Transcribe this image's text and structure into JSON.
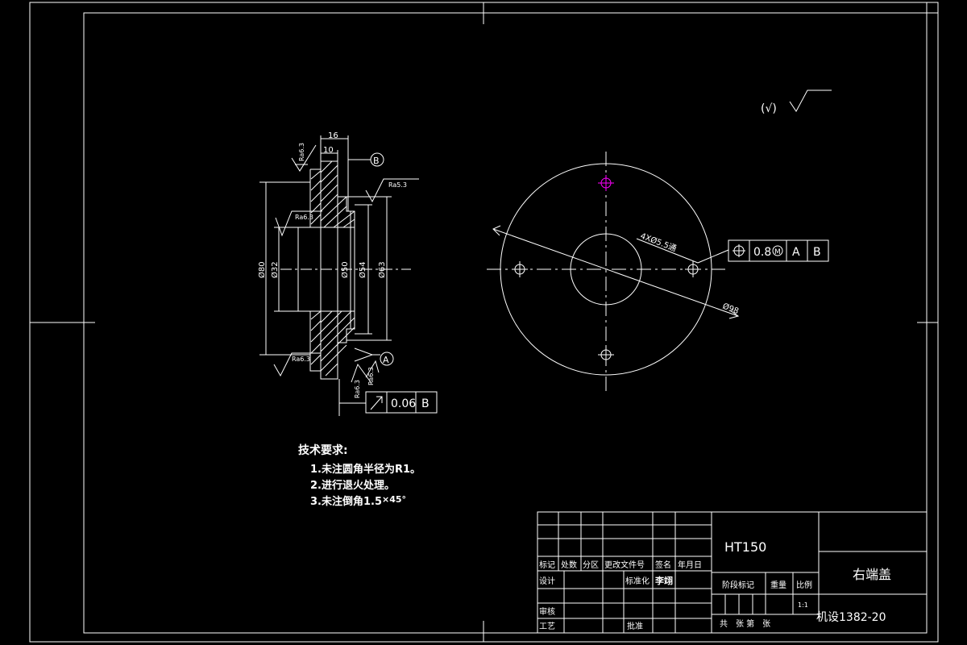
{
  "colors": {
    "background": "#000000",
    "line": "#ffffff",
    "accent_magenta": "#ff00ff"
  },
  "dimensions_left": {
    "width_16": "16",
    "width_10": "10",
    "d80": "Ø80",
    "d32": "Ø32",
    "d50": "Ø50",
    "d54": "Ø54",
    "d63": "Ø63"
  },
  "roughness": {
    "ra_top": "Ra6.3",
    "ra_right_top": "Ra5.3",
    "ra_mid_left": "Ra6.3",
    "ra_bottom_left": "Ra6.3",
    "ra_bottom_1": "Ra6.3",
    "ra_bottom_2": "Ra6.3",
    "other_symbol": "(√)"
  },
  "datums": {
    "a": "A",
    "b": "B"
  },
  "tolerance_runout": {
    "value": "0.06",
    "datum": "B"
  },
  "tolerance_position": {
    "value": "0.8",
    "modifier": "M",
    "datum_1": "A",
    "datum_2": "B"
  },
  "dimensions_right": {
    "hole": "4XØ5.5通",
    "d98": "Ø98"
  },
  "tech_requirements": {
    "title": "技术要求:",
    "item_1": "1.未注圆角半径为R1。",
    "item_2": "2.进行退火处理。",
    "item_3": "3.未注倒角1.5",
    "item_3_suffix": "×45°"
  },
  "title_block": {
    "material": "HT150",
    "part_name": "右端盖",
    "drawing_no": "机设1382-20",
    "hdr_biaoji": "标记",
    "hdr_chushu": "处数",
    "hdr_fenqu": "分区",
    "hdr_gengai": "更改文件号",
    "hdr_qianming": "签名",
    "hdr_nianyueri": "年月日",
    "lbl_sheji": "设计",
    "lbl_biaozhunhua": "标准化",
    "val_designer": "李翊",
    "lbl_jieduan": "阶段标记",
    "lbl_zhongliang": "重量",
    "lbl_bili": "比例",
    "val_scale": "1:1",
    "lbl_shenhe": "审核",
    "lbl_gongyi": "工艺",
    "lbl_pizhun": "批准",
    "lbl_sheets": "共　张 第　张"
  }
}
